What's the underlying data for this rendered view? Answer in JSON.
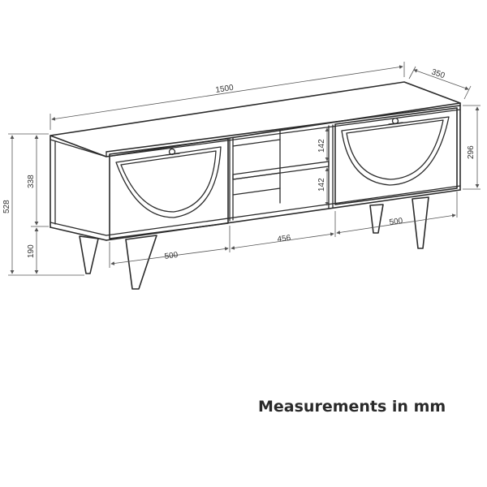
{
  "caption": "Measurements in mm",
  "dimensions": {
    "width": "1500",
    "depth": "350",
    "total_height": "528",
    "body_height": "338",
    "leg_height": "190",
    "door_height": "296",
    "shelf_upper": "142",
    "shelf_lower": "142",
    "left_door_width": "500",
    "middle_width": "456",
    "right_door_width": "500"
  }
}
